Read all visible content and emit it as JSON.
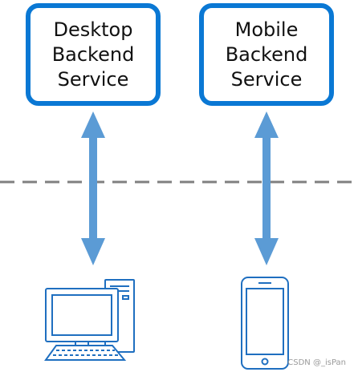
{
  "desktop_service": {
    "line1": "Desktop",
    "line2": "Backend",
    "line3": "Service"
  },
  "mobile_service": {
    "line1": "Mobile",
    "line2": "Backend",
    "line3": "Service"
  },
  "watermark": "CSDN @_isPan",
  "colors": {
    "box_border": "#0a78d4",
    "arrow": "#5b9bd5",
    "divider": "#808080",
    "device_stroke": "#1f6fc0"
  },
  "icons": [
    "double-arrow-icon",
    "desktop-computer-icon",
    "mobile-phone-icon"
  ]
}
